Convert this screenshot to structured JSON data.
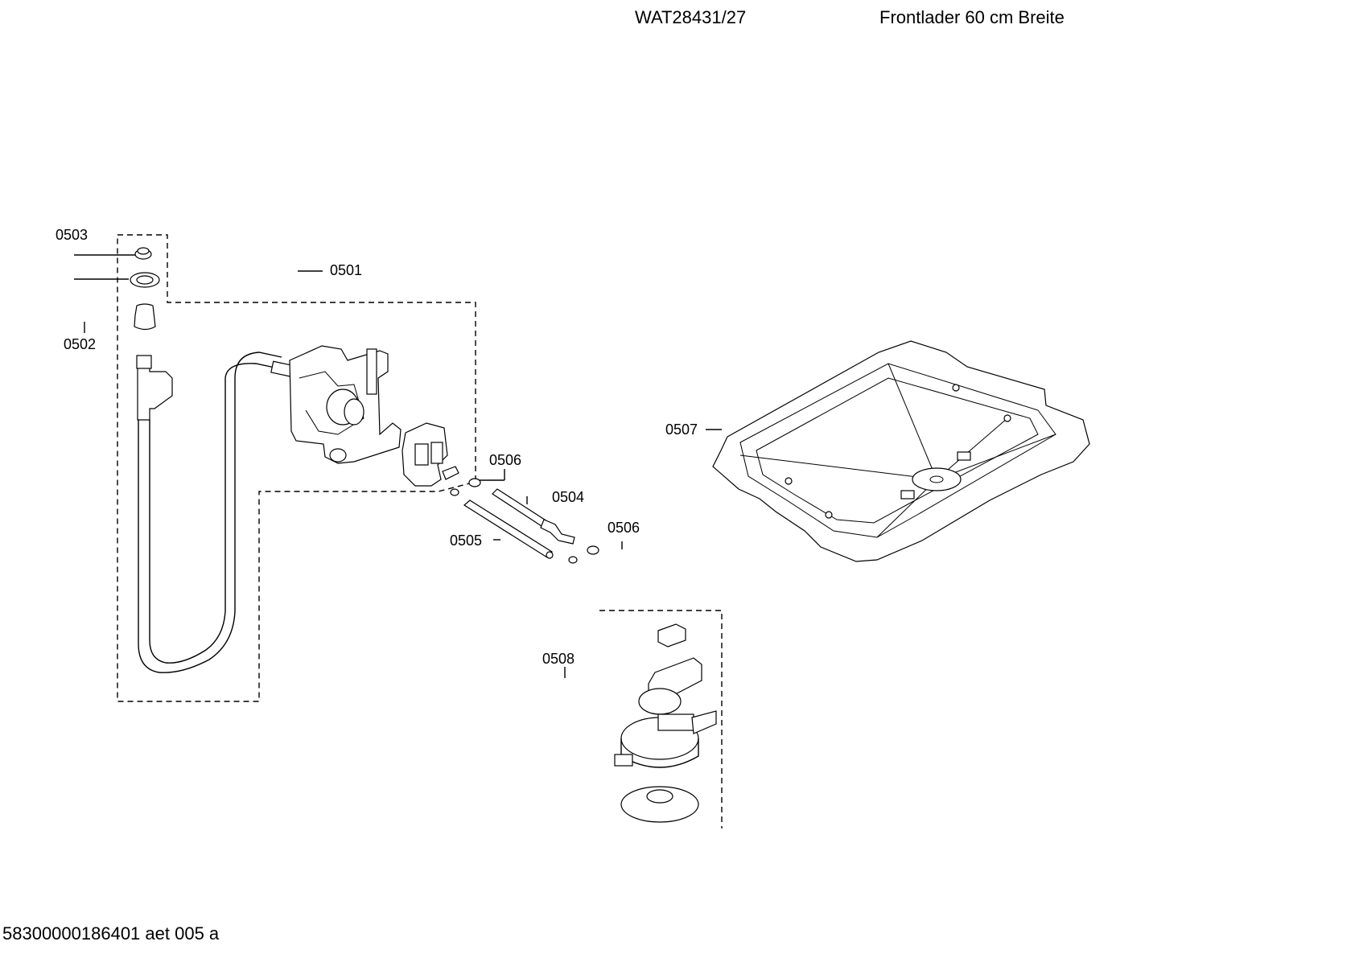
{
  "header": {
    "model": "WAT28431/27",
    "description": "Frontlader 60 cm Breite"
  },
  "footer": {
    "code": "58300000186401 aet 005 a"
  },
  "parts": {
    "p0501": "0501",
    "p0502": "0502",
    "p0503": "0503",
    "p0504": "0504",
    "p0505": "0505",
    "p0506a": "0506",
    "p0506b": "0506",
    "p0507": "0507",
    "p0508": "0508"
  }
}
